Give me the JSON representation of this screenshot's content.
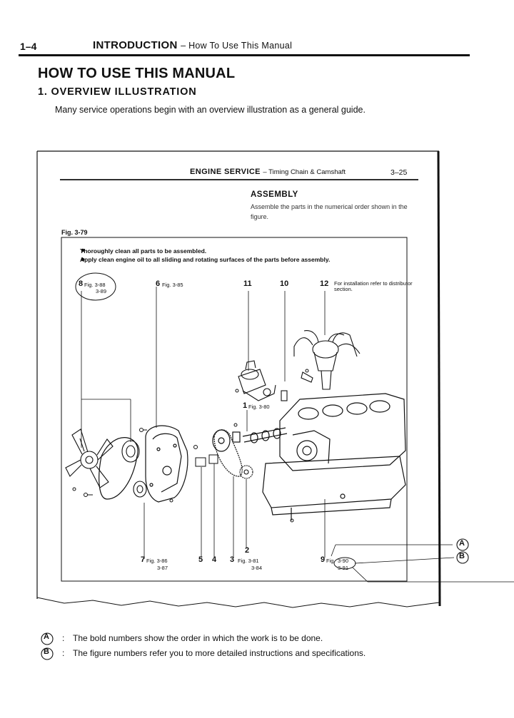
{
  "header": {
    "page_number": "1–4",
    "section_title": "INTRODUCTION",
    "section_subtitle": "– How To Use This Manual"
  },
  "main": {
    "title": "HOW TO USE THIS MANUAL",
    "subtitle": "1.  OVERVIEW ILLUSTRATION",
    "lead": "Many service operations begin with an overview illustration as a general guide."
  },
  "sample_page": {
    "header_title": "ENGINE SERVICE",
    "header_subtitle": "– Timing Chain & Camshaft",
    "page_number": "3–25",
    "assembly_title": "ASSEMBLY",
    "assembly_text": "Assemble the parts in the numerical order shown in the figure.",
    "figure_label": "Fig. 3-79",
    "bullets": [
      "Thoroughly clean all parts to be assembled.",
      "Apply clean engine oil to all sliding and rotating surfaces of the parts before assembly."
    ],
    "callouts": {
      "n8": "8",
      "n8_fig1": "Fig. 3-88",
      "n8_fig2": "3-89",
      "n6": "6",
      "n6_fig": "Fig. 3-85",
      "n11": "11",
      "n10": "10",
      "n12": "12",
      "n12_note": "For installation refer to distributor section.",
      "n1": "1",
      "n1_fig": "Fig. 3-80",
      "n7": "7",
      "n7_fig1": "Fig. 3-86",
      "n7_fig2": "3-87",
      "n5": "5",
      "n4": "4",
      "n3": "3",
      "n3_fig1": "Fig. 3-81",
      "n3_fig2": "3-84",
      "n2": "2",
      "n9": "9",
      "n9_fig_prefix": "Fig.",
      "n9_fig1": "3-90",
      "n9_fig2": "3-91"
    },
    "markers": {
      "a": "A",
      "b": "B"
    }
  },
  "legend": [
    {
      "mark": "A",
      "colon": ":",
      "text": "The bold numbers show the order in which the work is to be done."
    },
    {
      "mark": "B",
      "colon": ":",
      "text": "The figure numbers refer you to more detailed instructions and specifications."
    }
  ]
}
